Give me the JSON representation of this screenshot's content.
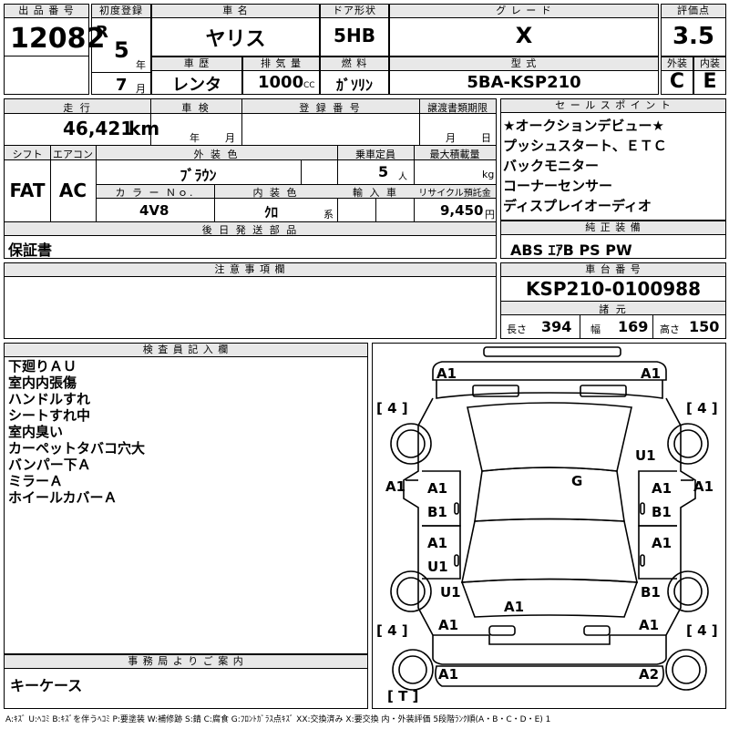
{
  "header": {
    "lot_label": "出 品 番 号",
    "lot_number": "12082",
    "first_reg_label": "初度登録",
    "era": "R",
    "year": "5",
    "year_unit": "年",
    "month": "7",
    "month_unit": "月",
    "car_name_label": "車 名",
    "car_name": "ヤリス",
    "door_label": "ドア形状",
    "door": "5HB",
    "grade_label": "グ レ ー ド",
    "grade": "X",
    "score_label": "評価点",
    "score": "3.5",
    "history_label": "車 歴",
    "history": "レンタ",
    "displacement_label": "排 気 量",
    "displacement": "1000",
    "displacement_unit": "CC",
    "fuel_label": "燃 料",
    "fuel": "ｶﾞｿﾘﾝ",
    "model_label": "型 式",
    "model": "5BA-KSP210",
    "exterior_label": "外装",
    "exterior": "C",
    "interior_label": "内装",
    "interior": "E"
  },
  "details": {
    "mileage_label": "走 行",
    "mileage": "46,421",
    "mileage_unit": "km",
    "inspection_label": "車 検",
    "inspection_year_unit": "年",
    "inspection_month_unit": "月",
    "registration_label": "登 録 番 号",
    "transfer_label": "譲渡書類期限",
    "transfer_month_unit": "月",
    "transfer_day_unit": "日",
    "shift_label": "シフト",
    "shift": "FAT",
    "ac_label": "エアコン",
    "ac": "AC",
    "color_label": "外 装 色",
    "color": "ﾌﾞﾗｳﾝ",
    "capacity_label": "乗車定員",
    "capacity": "5",
    "capacity_unit": "人",
    "max_load_label": "最大積載量",
    "max_load_unit": "kg",
    "color_no_label": "カ ラ ー Ｎｏ.",
    "color_no": "4V8",
    "interior_color_label": "内 装 色",
    "interior_color": "ｸﾛ",
    "interior_color_unit": "系",
    "import_label": "輸 入 車",
    "recycle_label": "リサイクル預託金",
    "recycle": "9,450",
    "recycle_unit": "円",
    "later_parts_label": "後 日 発 送 部 品",
    "later_parts": "保証書"
  },
  "sales_points": {
    "label": "セ ー ル ス ポ イ ン ト",
    "items": [
      "★オークションデビュー★",
      "プッシュスタート、ＥＴＣ",
      "バックモニター",
      "コーナーセンサー",
      "ディスプレイオーディオ"
    ]
  },
  "equipment": {
    "label": "純 正 装 備",
    "value": "ABS ｴｱB PS PW"
  },
  "notes": {
    "label": "注 意 事 項 欄"
  },
  "chassis": {
    "label": "車 台 番 号",
    "value": "KSP210-0100988",
    "spec_label": "諸 元",
    "length_label": "長さ",
    "length": "394",
    "width_label": "幅",
    "width": "169",
    "height_label": "高さ",
    "height": "150"
  },
  "inspector": {
    "label": "検 査 員 記 入 欄",
    "lines": [
      "下廻りＡＵ",
      "室内内張傷",
      "ハンドルすれ",
      "シートすれ中",
      "室内臭い",
      "カーペットタバコ穴大",
      "バンパー下Ａ",
      "ミラーＡ",
      "ホイールカバーＡ"
    ]
  },
  "office": {
    "label": "事 務 局 よ り ご 案 内",
    "value": "キーケース"
  },
  "diagram_marks": {
    "tire_fl": "[ 4 ]",
    "tire_fr": "[ 4 ]",
    "tire_rl": "[ 4 ]",
    "tire_rr": "[ 4 ]",
    "spare": "[ T ]",
    "front_bumper_l": "A1",
    "front_bumper_r": "A1",
    "front_right_fender": "U1",
    "roof": "G",
    "left_mirror": "A1",
    "right_mirror": "A1",
    "front_left_door": "A1",
    "front_left_door_2": "B1",
    "front_right_door": "A1",
    "front_right_door_2": "B1",
    "rear_left_door": "A1",
    "rear_left_door_2": "U1",
    "rear_right_door": "A1",
    "rear_left_fender": "U1",
    "rear_right_fender": "B1",
    "trunk": "A1",
    "rear_left_corner": "A1",
    "rear_right_corner": "A1",
    "rear_bumper_l": "A1",
    "rear_bumper_r": "A2"
  },
  "legend": "A:ｷｽﾞ  U:ﾍｺﾐ  B:ｷｽﾞを伴うﾍｺﾐ  P:要塗装  W:補修跡  S:錆  C:腐食  G:ﾌﾛﾝﾄｶﾞﾗｽ点ｷｽﾞ  XX:交換済み  X:要交換   内・外装評価  5段階ﾗﾝｸ順(A・B・C・D・E) 1"
}
